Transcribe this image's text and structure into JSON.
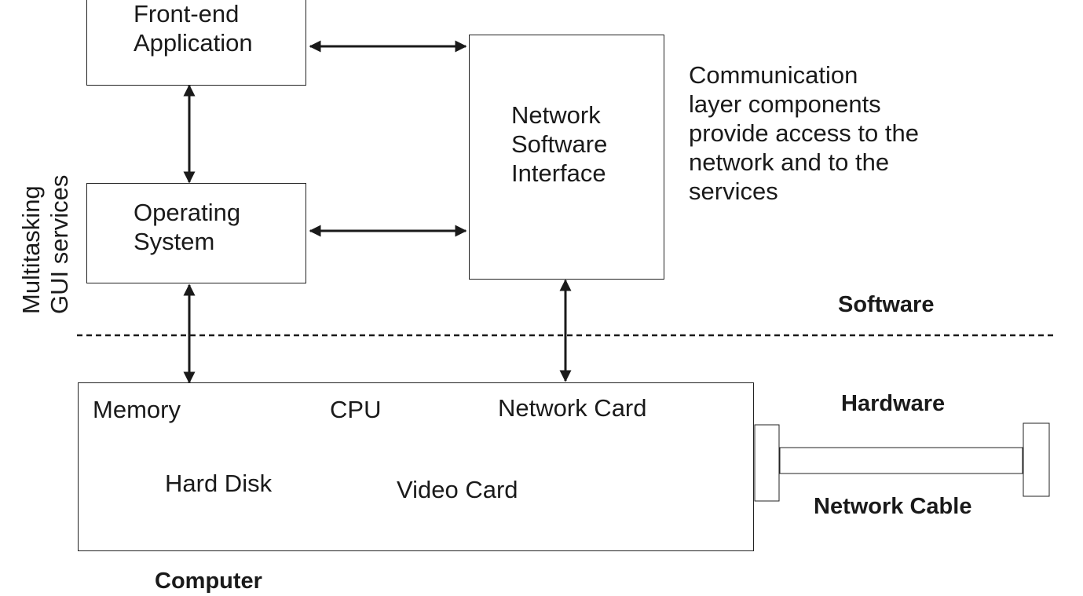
{
  "boxes": {
    "frontend": "Front-end\nApplication",
    "os": "Operating\nSystem",
    "network_software": "Network\nSoftware\nInterface"
  },
  "side_label": "Multitasking\nGUI services",
  "description": "Communication\nlayer components\nprovide access to the\nnetwork and to the\nservices",
  "layers": {
    "software": "Software",
    "hardware": "Hardware"
  },
  "computer": {
    "memory": "Memory",
    "cpu": "CPU",
    "network_card": "Network Card",
    "hard_disk": "Hard Disk",
    "video_card": "Video Card",
    "caption": "Computer"
  },
  "cable_label": "Network Cable"
}
